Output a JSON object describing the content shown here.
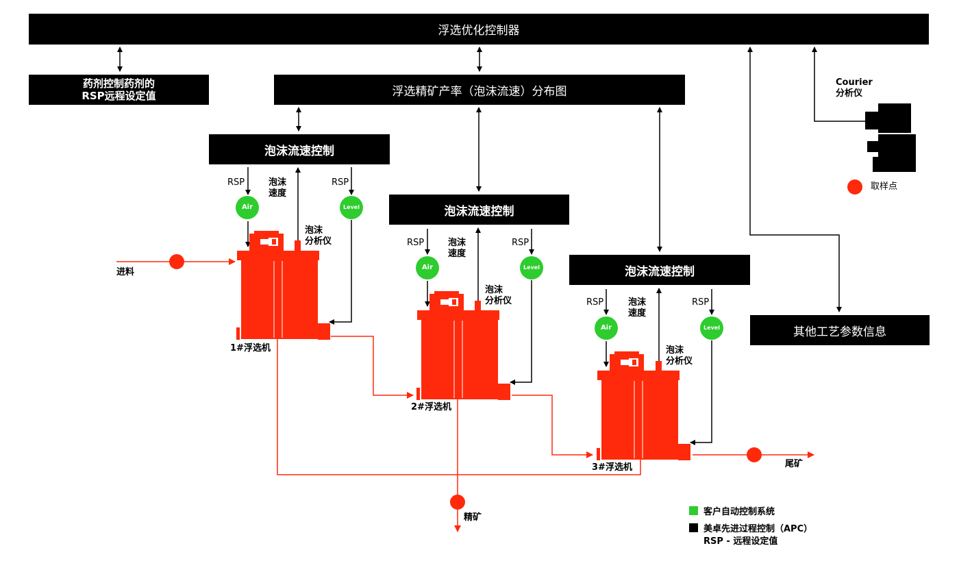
{
  "colors": {
    "apc": "#000000",
    "customer": "#2ecc2e",
    "equipment": "#ff2a0c",
    "line": "#000000"
  },
  "controller": {
    "title": "浮选优化控制器"
  },
  "reagent": {
    "line1": "药剂控制药剂的",
    "line2": "RSP远程设定值"
  },
  "distribution": {
    "title": "浮选精矿产率（泡沫流速）分布图"
  },
  "froth_controls": [
    {
      "title": "泡沫流速控制"
    },
    {
      "title": "泡沫流速控制"
    },
    {
      "title": "泡沫流速控制"
    }
  ],
  "other": {
    "title": "其他工艺参数信息"
  },
  "analyzer": {
    "line1": "Courier",
    "line2": "分析仪"
  },
  "sampling_point": "取样点",
  "loop_labels": {
    "rsp": "RSP",
    "froth": "泡沫",
    "speed": "速度",
    "analyzer": "分析仪",
    "air": "Air",
    "level": "Level"
  },
  "cells": [
    "1#浮选机",
    "2#浮选机",
    "3#浮选机"
  ],
  "streams": {
    "feed": "进料",
    "concentrate": "精矿",
    "tailings": "尾矿"
  },
  "legend": {
    "customer": "客户自动控制系统",
    "apc": "美卓先进过程控制（APC）",
    "rsp_def": "RSP - 远程设定值"
  }
}
